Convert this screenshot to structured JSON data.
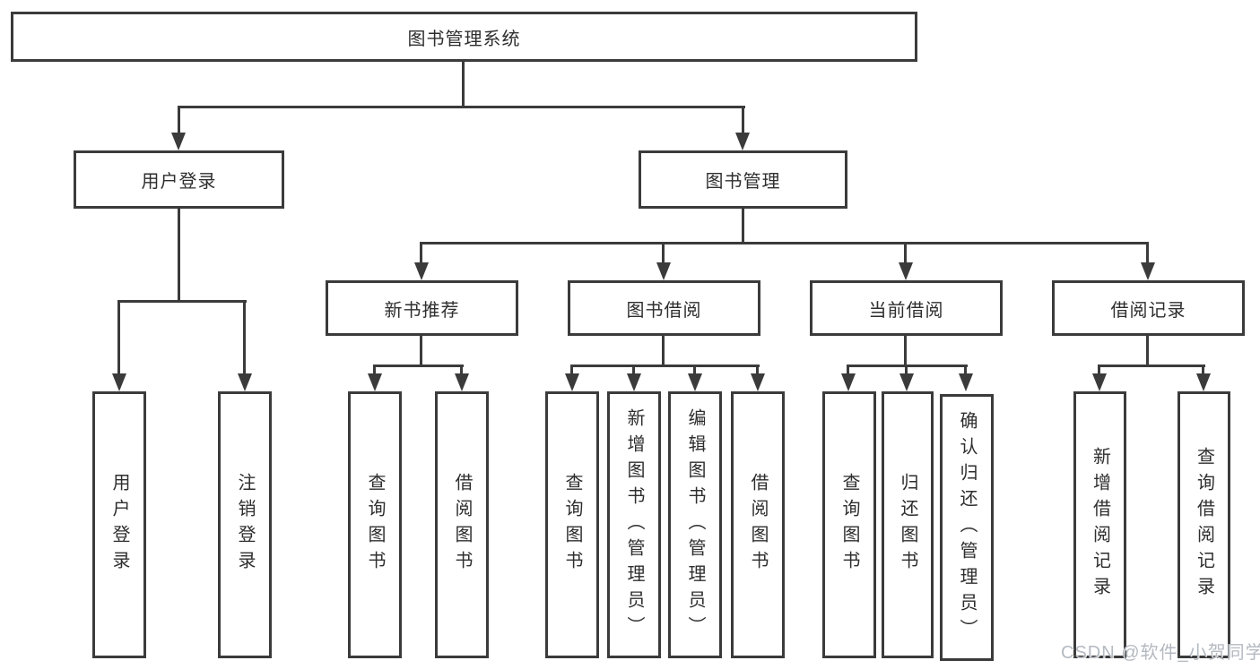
{
  "nodes": {
    "root": {
      "label": "图书管理系统"
    },
    "user_login": {
      "label": "用户登录",
      "children": [
        {
          "label": "用户登录"
        },
        {
          "label": "注销登录"
        }
      ]
    },
    "book_management": {
      "label": "图书管理",
      "children": [
        {
          "label": "新书推荐",
          "children": [
            {
              "label": "查询图书"
            },
            {
              "label": "借阅图书"
            }
          ]
        },
        {
          "label": "图书借阅",
          "children": [
            {
              "label": "查询图书"
            },
            {
              "label": "新增图书（管理员）"
            },
            {
              "label": "编辑图书（管理员）"
            },
            {
              "label": "借阅图书"
            }
          ]
        },
        {
          "label": "当前借阅",
          "children": [
            {
              "label": "查询图书"
            },
            {
              "label": "归还图书"
            },
            {
              "label": "确认归还（管理员）"
            }
          ]
        },
        {
          "label": "借阅记录",
          "children": [
            {
              "label": "新增借阅记录"
            },
            {
              "label": "查询借阅记录"
            }
          ]
        }
      ]
    }
  },
  "watermark": {
    "text": "CSDN @软件_小贺同学"
  },
  "colors": {
    "line": "#3b3b3b",
    "text": "#2e2e2e",
    "background": "#ffffff",
    "watermark": "#b4bac1"
  }
}
